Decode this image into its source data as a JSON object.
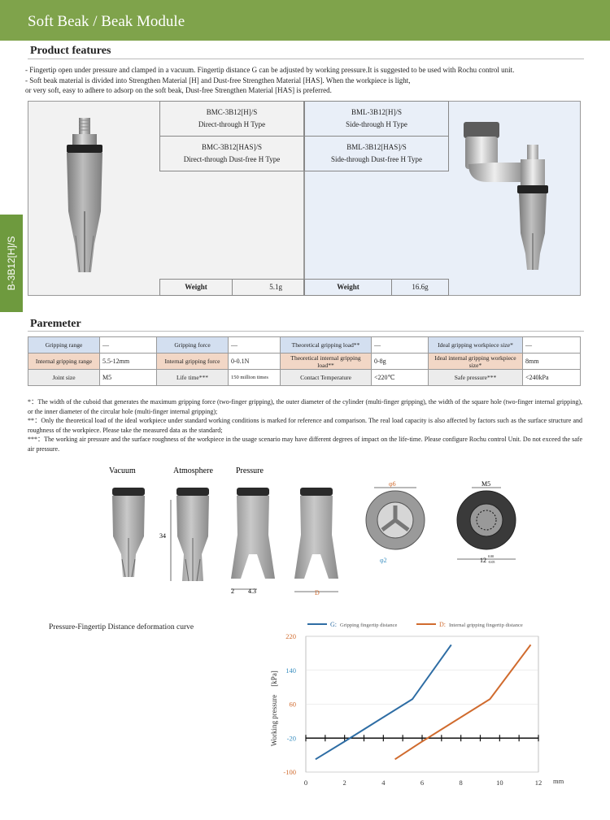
{
  "header": {
    "title": "Soft Beak / Beak Module"
  },
  "side_tab": {
    "label": "B-3B12[H]/S"
  },
  "features": {
    "title": "Product features",
    "lines": [
      "- Fingertip open under pressure and clamped in a vacuum. Fingertip distance G can be adjusted by working pressure.It is suggested to be used with Rochu control unit.",
      "- Soft beak material is divided into Strengthen Material [H] and Dust-free Strengthen Material [HAS]. When the workpiece  is light,",
      "or very soft, easy to adhere to adsorp on the soft beak, Dust-free Strengthen Material [HAS] is preferred."
    ]
  },
  "models": {
    "left": {
      "row1_code": "BMC-3B12[H]/S",
      "row1_desc": "Direct-through H Type",
      "row2_code": "BMC-3B12[HAS]/S",
      "row2_desc": "Direct-through Dust-free H Type",
      "weight_label": "Weight",
      "weight_value": "5.1g"
    },
    "right": {
      "row1_code": "BML-3B12[H]/S",
      "row1_desc": "Side-through H Type",
      "row2_code": "BML-3B12[HAS]/S",
      "row2_desc": "Side-through Dust-free H Type",
      "weight_label": "Weight",
      "weight_value": "16.6g"
    }
  },
  "parameter": {
    "title": "Paremeter",
    "rows": [
      [
        {
          "label": "Gripping range",
          "value": "—"
        },
        {
          "label": "Gripping force",
          "value": "—"
        },
        {
          "label": "Theoretical gripping load**",
          "value": "—"
        },
        {
          "label": "Ideal gripping workpiece size*",
          "value": "—"
        }
      ],
      [
        {
          "label": "Internal gripping range",
          "value": "5.5-12mm"
        },
        {
          "label": "Internal gripping force",
          "value": "0-0.1N"
        },
        {
          "label": "Theoretical internal gripping load**",
          "value": "0-8g"
        },
        {
          "label": "Ideal internal gripping workpiece size*",
          "value": "8mm"
        }
      ],
      [
        {
          "label": "Joint size",
          "value": "M5"
        },
        {
          "label": "Life time***",
          "value": "150 million times"
        },
        {
          "label": "Contact Temperature",
          "value": "<220℃"
        },
        {
          "label": "Safe pressure***",
          "value": "<240kPa"
        }
      ]
    ]
  },
  "notes": [
    "*：The width of the cuboid that generates the maximum gripping force (two-finger gripping), the outer diameter of the cylinder (multi-finger gripping), the width of the square hole (two-finger internal gripping), or the inner diameter of the circular hole (multi-finger internal gripping);",
    "**：Only the theoretical load of the ideal workpiece under standard working conditions is marked for reference and comparison. The real load capacity is also affected by factors such as the surface structure and roughness of the workpiece. Please take the measured data as the standard;",
    "***：The working air pressure and the surface roughness of the workpiece in the usage scenario may have different degrees of impact on the life-time. Please configure Rochu control Unit. Do not exceed the safe air pressure."
  ],
  "diagram": {
    "states": [
      "Vacuum",
      "Atmosphere",
      "Pressure"
    ],
    "dim_34": "34",
    "dim_2": "2",
    "dim_43": "4.3",
    "dim_D": "D",
    "dim_phi6": "φ6",
    "dim_phi2": "φ2",
    "dim_M5": "M5",
    "dim_12": "12",
    "tol_upper": "0.00",
    "tol_lower": "-0.05"
  },
  "chart_title": "Pressure-Fingertip Distance deformation curve",
  "chart_data": {
    "type": "line",
    "xlabel": "",
    "x_unit": "mm",
    "ylabel": "Working pressure",
    "y_unit": "[kPa]",
    "xlim": [
      0,
      12
    ],
    "ylim": [
      -100,
      220
    ],
    "xticks": [
      "0",
      "2",
      "4",
      "6",
      "8",
      "10",
      "12"
    ],
    "yticks": [
      "220",
      "140",
      "60",
      "-20",
      "-100"
    ],
    "series": [
      {
        "name": "Gripping fingertip distance",
        "legend_prefix": "G:",
        "color": "#2e6da4",
        "points": [
          [
            0.5,
            -70
          ],
          [
            2,
            -28
          ],
          [
            3.5,
            15
          ],
          [
            5.5,
            72
          ],
          [
            7.5,
            200
          ]
        ]
      },
      {
        "name": "Internal gripping fingertip distance",
        "legend_prefix": "D:",
        "color": "#d06b2e",
        "points": [
          [
            4.6,
            -70
          ],
          [
            6,
            -28
          ],
          [
            7.5,
            15
          ],
          [
            9.5,
            72
          ],
          [
            11.6,
            200
          ]
        ]
      }
    ],
    "ytick_colors": [
      "#d06b2e",
      "#3a8fc0",
      "#d06b2e",
      "#3a8fc0",
      "#d06b2e"
    ]
  }
}
